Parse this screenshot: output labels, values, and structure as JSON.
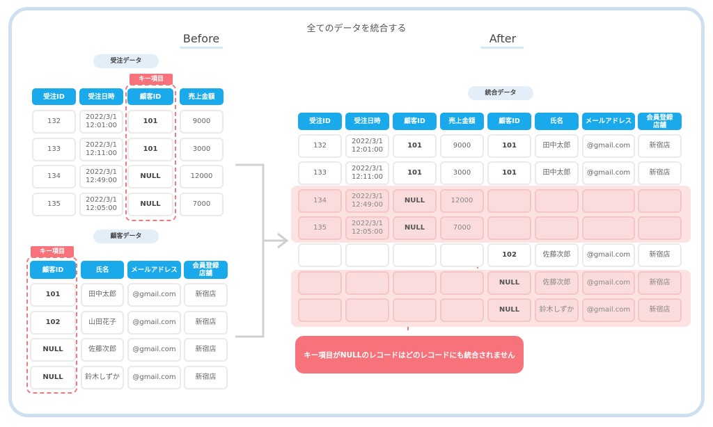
{
  "title": "全てのデータを統合する",
  "before_label": "Before",
  "after_label": "After",
  "key_tag": "キー項目",
  "orders": {
    "label": "受注データ",
    "headers": [
      "受注ID",
      "受注日時",
      "顧客ID",
      "売上金額"
    ],
    "rows": [
      [
        "132",
        "2022/3/1\n12:01:00",
        "101",
        "9000"
      ],
      [
        "133",
        "2022/3/1\n12:11:00",
        "101",
        "3000"
      ],
      [
        "134",
        "2022/3/1\n12:49:00",
        "NULL",
        "12000"
      ],
      [
        "135",
        "2022/3/1\n12:05:00",
        "NULL",
        "7000"
      ]
    ]
  },
  "customers": {
    "label": "顧客データ",
    "headers": [
      "顧客ID",
      "氏名",
      "メールアドレス",
      "会員登録\n店舗"
    ],
    "rows": [
      [
        "101",
        "田中太郎",
        "@gmail.com",
        "新宿店"
      ],
      [
        "102",
        "山田花子",
        "@gmail.com",
        "新宿店"
      ],
      [
        "NULL",
        "佐藤次郎",
        "@gmail.com",
        "新宿店"
      ],
      [
        "NULL",
        "鈴木しずか",
        "@gmail.com",
        "新宿店"
      ]
    ]
  },
  "merged": {
    "label": "統合データ",
    "headers": [
      "受注ID",
      "受注日時",
      "顧客ID",
      "売上金額",
      "顧客ID",
      "氏名",
      "メールアドレス",
      "会員登録\n店舗"
    ],
    "rows": [
      [
        "132",
        "2022/3/1\n12:01:00",
        "101",
        "9000",
        "101",
        "田中太郎",
        "@gmail.com",
        "新宿店"
      ],
      [
        "133",
        "2022/3/1\n12:11:00",
        "101",
        "3000",
        "101",
        "田中太郎",
        "@gmail.com",
        "新宿店"
      ],
      [
        "134",
        "2022/3/1\n12:49:00",
        "NULL",
        "12000",
        "",
        "",
        "",
        ""
      ],
      [
        "135",
        "2022/3/1\n12:05:00",
        "NULL",
        "7000",
        "",
        "",
        "",
        ""
      ],
      [
        "",
        "",
        "",
        "",
        "102",
        "佐藤次郎",
        "@gmail.com",
        "新宿店"
      ],
      [
        "",
        "",
        "",
        "",
        "NULL",
        "佐藤次郎",
        "@gmail.com",
        "新宿店"
      ],
      [
        "",
        "",
        "",
        "",
        "NULL",
        "鈴木しずか",
        "@gmail.com",
        "新宿店"
      ]
    ],
    "highlight_rows": [
      2,
      3,
      5,
      6
    ]
  },
  "note": "キー項目がNULLのレコードはどのレコードにも統合されません",
  "colors": {
    "header_blue": "#1aa9ea",
    "key_pink": "#f7737b",
    "highlight_pink": "#fde2e2",
    "frame_blue": "#cddff0"
  }
}
